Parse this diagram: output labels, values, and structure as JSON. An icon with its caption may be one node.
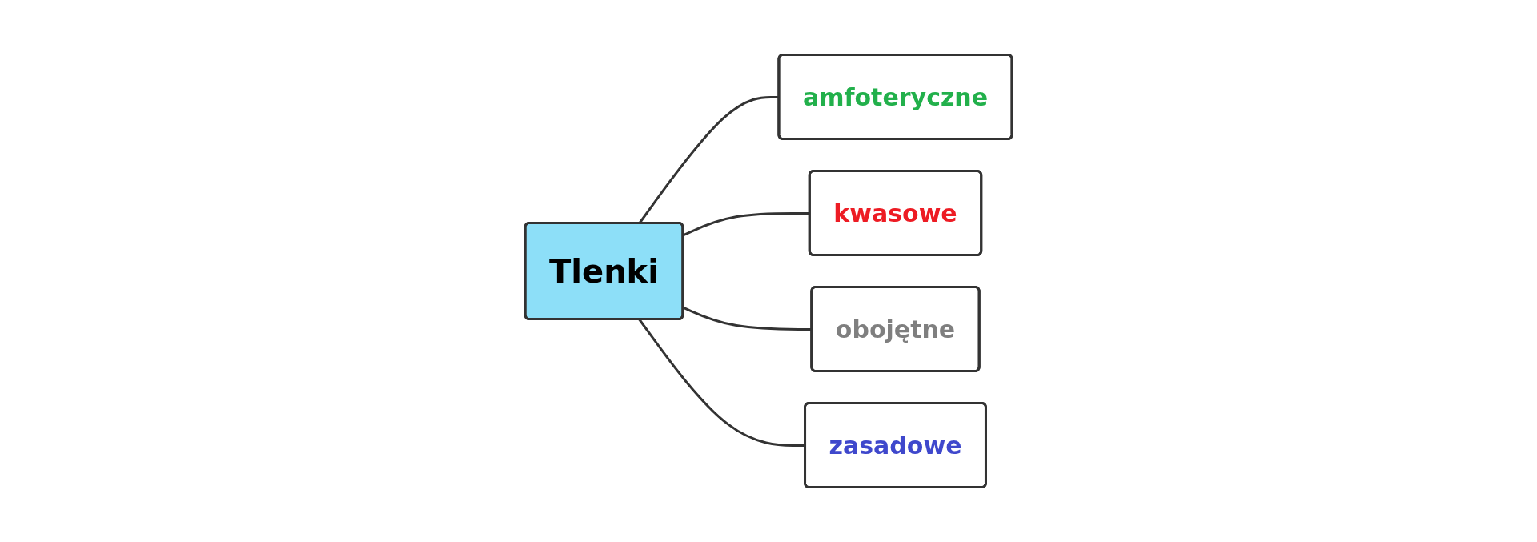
{
  "diagram": {
    "nodes": [
      {
        "text": [
          "amfoteryczne"
        ]
      },
      {
        "text": [
          "kwasowe"
        ]
      },
      {
        "text": [
          "Tlenki"
        ]
      },
      {
        "text": [
          "obojętne"
        ]
      },
      {
        "text": [
          "zasadowe"
        ]
      }
    ],
    "edges": [
      {
        "from": 2,
        "to": 0,
        "arrow": "none"
      },
      {
        "from": 2,
        "to": 1,
        "arrow": "none"
      },
      {
        "from": 2,
        "to": 3,
        "arrow": "none"
      },
      {
        "from": 2,
        "to": 4,
        "arrow": "none"
      }
    ]
  }
}
